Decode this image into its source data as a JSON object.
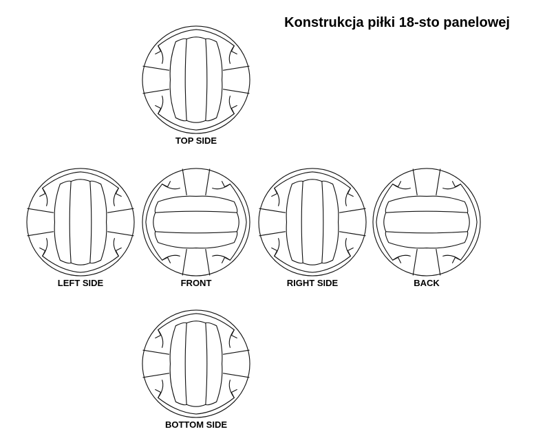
{
  "title": "Konstrukcja piłki 18-sto panelowej",
  "views": {
    "top": "TOP SIDE",
    "left": "LEFT SIDE",
    "front": "FRONT",
    "right": "RIGHT SIDE",
    "back": "BACK",
    "bottom": "BOTTOM SIDE"
  }
}
